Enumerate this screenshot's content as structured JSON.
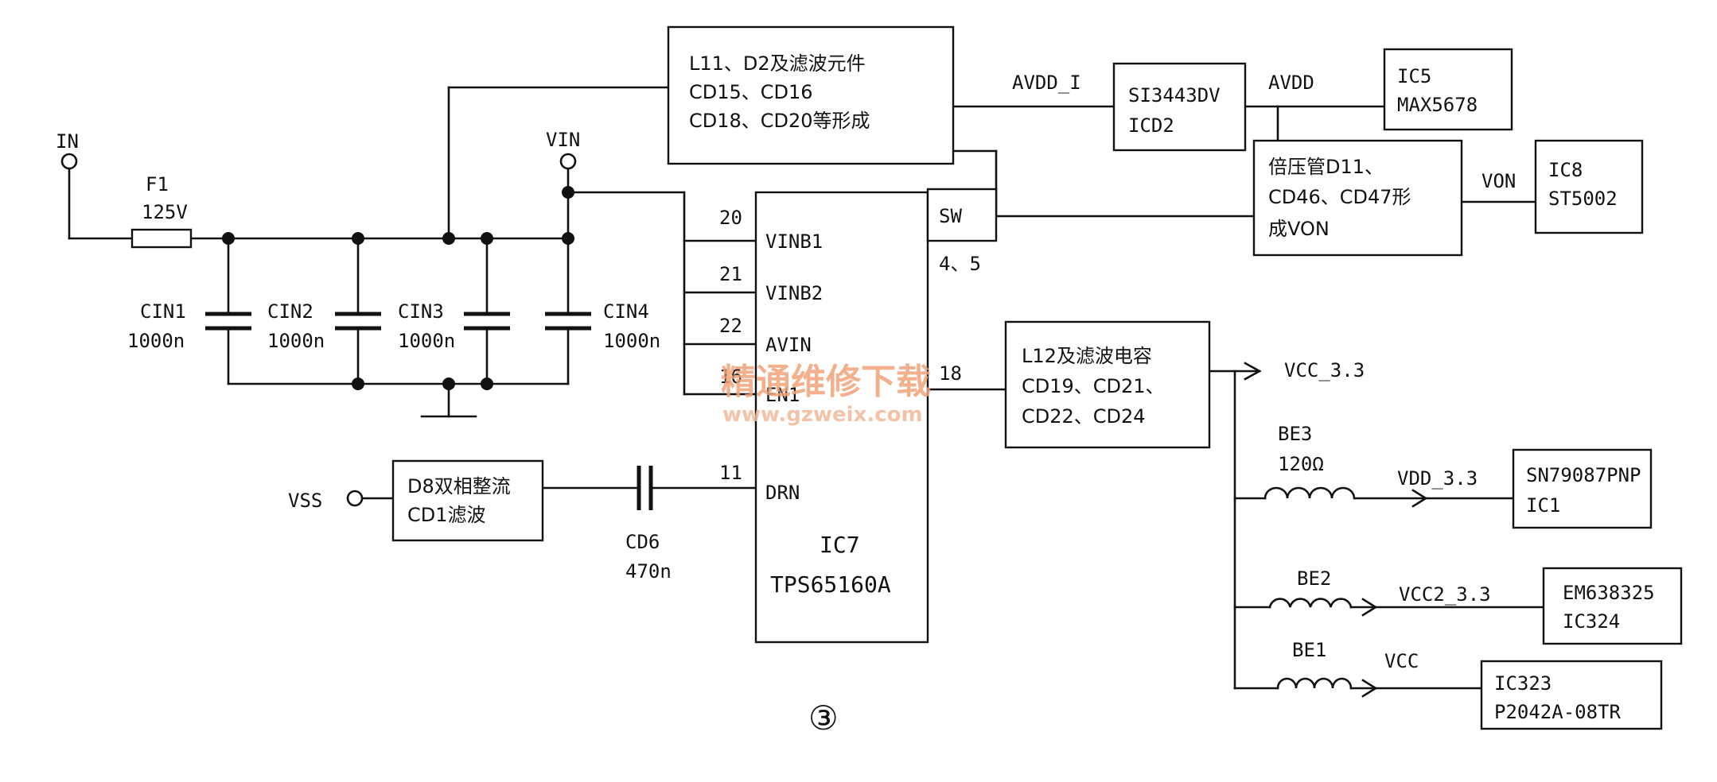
{
  "terminals": {
    "in": "IN",
    "vin": "VIN",
    "vss": "VSS"
  },
  "fuse": {
    "name": "F1",
    "rating": "125V"
  },
  "capacitors": [
    {
      "name": "CIN1",
      "value": "1000n"
    },
    {
      "name": "CIN2",
      "value": "1000n"
    },
    {
      "name": "CIN3",
      "value": "1000n"
    },
    {
      "name": "CIN4",
      "value": "1000n"
    }
  ],
  "cd6": {
    "name": "CD6",
    "value": "470n"
  },
  "ic7": {
    "name": "IC7",
    "part": "TPS65160A",
    "pins": [
      {
        "num": "20",
        "name": "VINB1"
      },
      {
        "num": "21",
        "name": "VINB2"
      },
      {
        "num": "22",
        "name": "AVIN"
      },
      {
        "num": "16",
        "name": "EN1"
      },
      {
        "num": "11",
        "name": "DRN"
      }
    ],
    "sw_name": "SW",
    "sw_pins": "4、5",
    "out_pin": "18"
  },
  "blocks": {
    "l11": [
      "L11、D2及滤波元件",
      "CD15、CD16",
      "CD18、CD20等形成"
    ],
    "si3443": [
      "SI3443DV",
      "ICD2"
    ],
    "ic5": [
      "IC5",
      "MAX5678"
    ],
    "doubler": [
      "倍压管D11、",
      "CD46、CD47形",
      "成VON"
    ],
    "ic8": [
      "IC8",
      "ST5002"
    ],
    "l12": [
      "L12及滤波电容",
      "CD19、CD21、",
      "CD22、CD24"
    ],
    "d8": [
      "D8双相整流",
      "CD1滤波"
    ],
    "sn79087": [
      "SN79087PNP",
      "IC1"
    ],
    "em638325": [
      "EM638325",
      "IC324"
    ],
    "ic323": [
      "IC323",
      "P2042A-08TR"
    ]
  },
  "nets": {
    "avdd_i": "AVDD_I",
    "avdd": "AVDD",
    "von": "VON",
    "vcc_33": "VCC_3.3",
    "vdd_33": "VDD_3.3",
    "vcc2_33": "VCC2_3.3",
    "vcc": "VCC"
  },
  "inductors": [
    {
      "name": "BE3",
      "value": "120Ω"
    },
    {
      "name": "BE2"
    },
    {
      "name": "BE1"
    }
  ],
  "watermark": {
    "line1": "精通维修下载",
    "line2": "www.gzweix.com"
  },
  "figure_number": "③"
}
